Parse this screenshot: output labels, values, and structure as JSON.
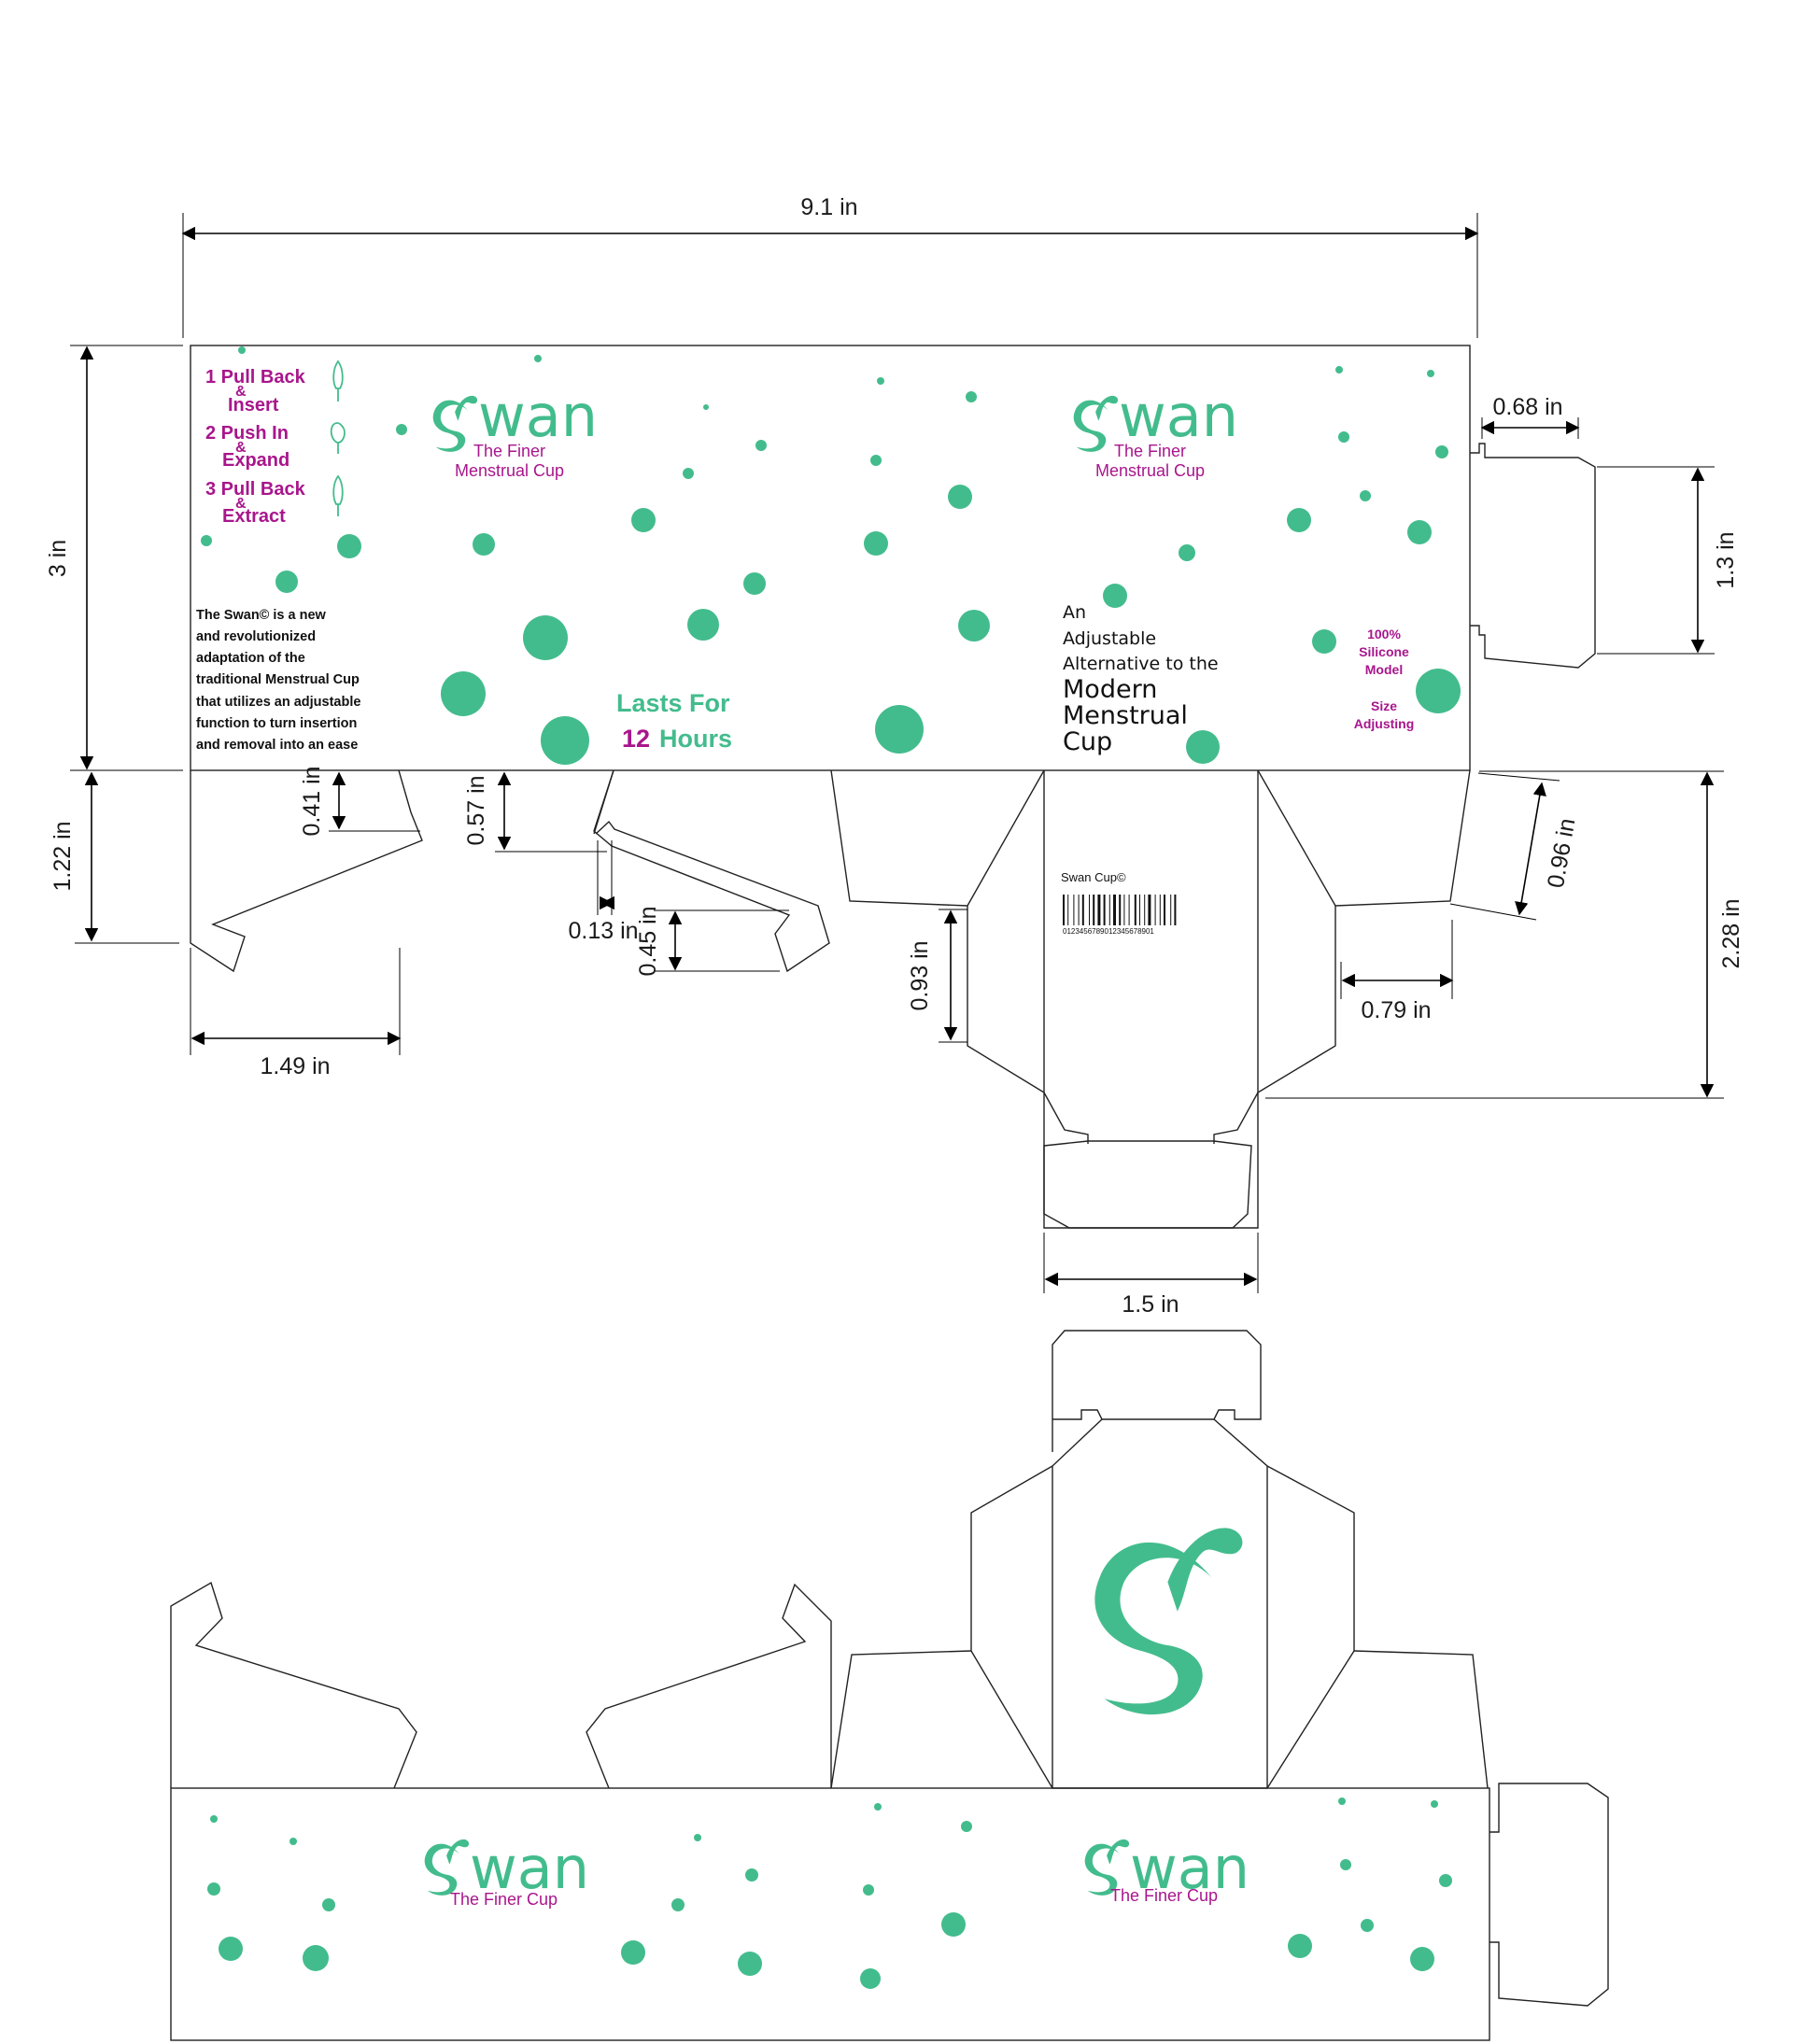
{
  "colors": {
    "accent": "#43bc8d",
    "brand_text": "#a8168c",
    "line": "#222222"
  },
  "dimensions": {
    "total_width": "9.1 in",
    "height": "3 in",
    "tab_width": "0.68 in",
    "tab_height": "1.3 in",
    "flap_height": "1.22 in",
    "flap_notch": "0.41 in",
    "flap_width": "1.49 in",
    "flap2_top": "0.57 in",
    "flap2_gap": "0.13 in",
    "flap2_notch": "0.45 in",
    "side_flap": "0.93 in",
    "diag_flap": "0.96 in",
    "side_tab_width": "0.79 in",
    "bottom_height": "2.28 in",
    "bottom_width": "1.5 in"
  },
  "brand": {
    "logo_text": "wan",
    "subtitle_top": "The Finer",
    "subtitle_bottom": "Menstrual Cup",
    "subtitle_short": "The Finer Cup"
  },
  "steps": [
    {
      "line1": "1 Pull Back",
      "amp": "&",
      "line2": "Insert"
    },
    {
      "line1": "2 Push In",
      "amp": "&",
      "line2": "Expand"
    },
    {
      "line1": "3 Pull Back",
      "amp": "&",
      "line2": "Extract"
    }
  ],
  "description": [
    "The Swan© is a new",
    "and revolutionized",
    "adaptation of the",
    "traditional Menstrual Cup",
    "that utilizes an adjustable",
    "function to turn insertion",
    "and removal into an ease"
  ],
  "lasts": {
    "line1": "Lasts For",
    "number": "12",
    "unit": "Hours"
  },
  "tagline": {
    "small1": "An",
    "small2": "Adjustable",
    "small3": "Alternative to the",
    "big1": "Modern",
    "big2": "Menstrual",
    "big3": "Cup"
  },
  "features": {
    "f1": "100%",
    "f2": "Silicone",
    "f3": "Model",
    "f4": "Size",
    "f5": "Adjusting"
  },
  "barcode": {
    "label": "Swan Cup©",
    "digits": "0123456789012345678901"
  },
  "icons": [
    "swan-logo-icon",
    "cup-step-icon",
    "barcode-icon"
  ]
}
